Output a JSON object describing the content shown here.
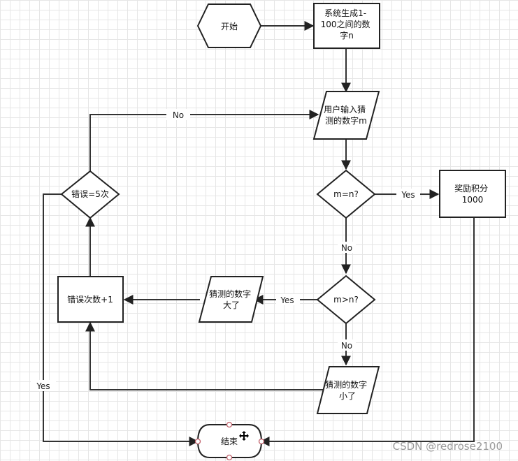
{
  "nodes": {
    "start": {
      "lines": [
        "开始"
      ]
    },
    "generate": {
      "lines": [
        "系统生成1-",
        "100之间的数",
        "字n"
      ]
    },
    "input": {
      "lines": [
        "用户输入猜",
        "测的数字m"
      ]
    },
    "equal": {
      "lines": [
        "m=n?"
      ]
    },
    "reward": {
      "lines": [
        "奖励积分",
        "1000"
      ]
    },
    "greater": {
      "lines": [
        "m>n?"
      ]
    },
    "too_big": {
      "lines": [
        "猜测的数字",
        "大了"
      ]
    },
    "too_small": {
      "lines": [
        "猜测的数字",
        "小了"
      ]
    },
    "error_inc": {
      "lines": [
        "错误次数+1"
      ]
    },
    "error_check": {
      "lines": [
        "错误=5次"
      ]
    },
    "end": {
      "lines": [
        "结束"
      ]
    }
  },
  "edges": {
    "error_no": "No",
    "equal_yes": "Yes",
    "equal_no": "No",
    "greater_yes": "Yes",
    "greater_no": "No",
    "error_yes": "Yes"
  },
  "watermark": "CSDN @redrose2100"
}
